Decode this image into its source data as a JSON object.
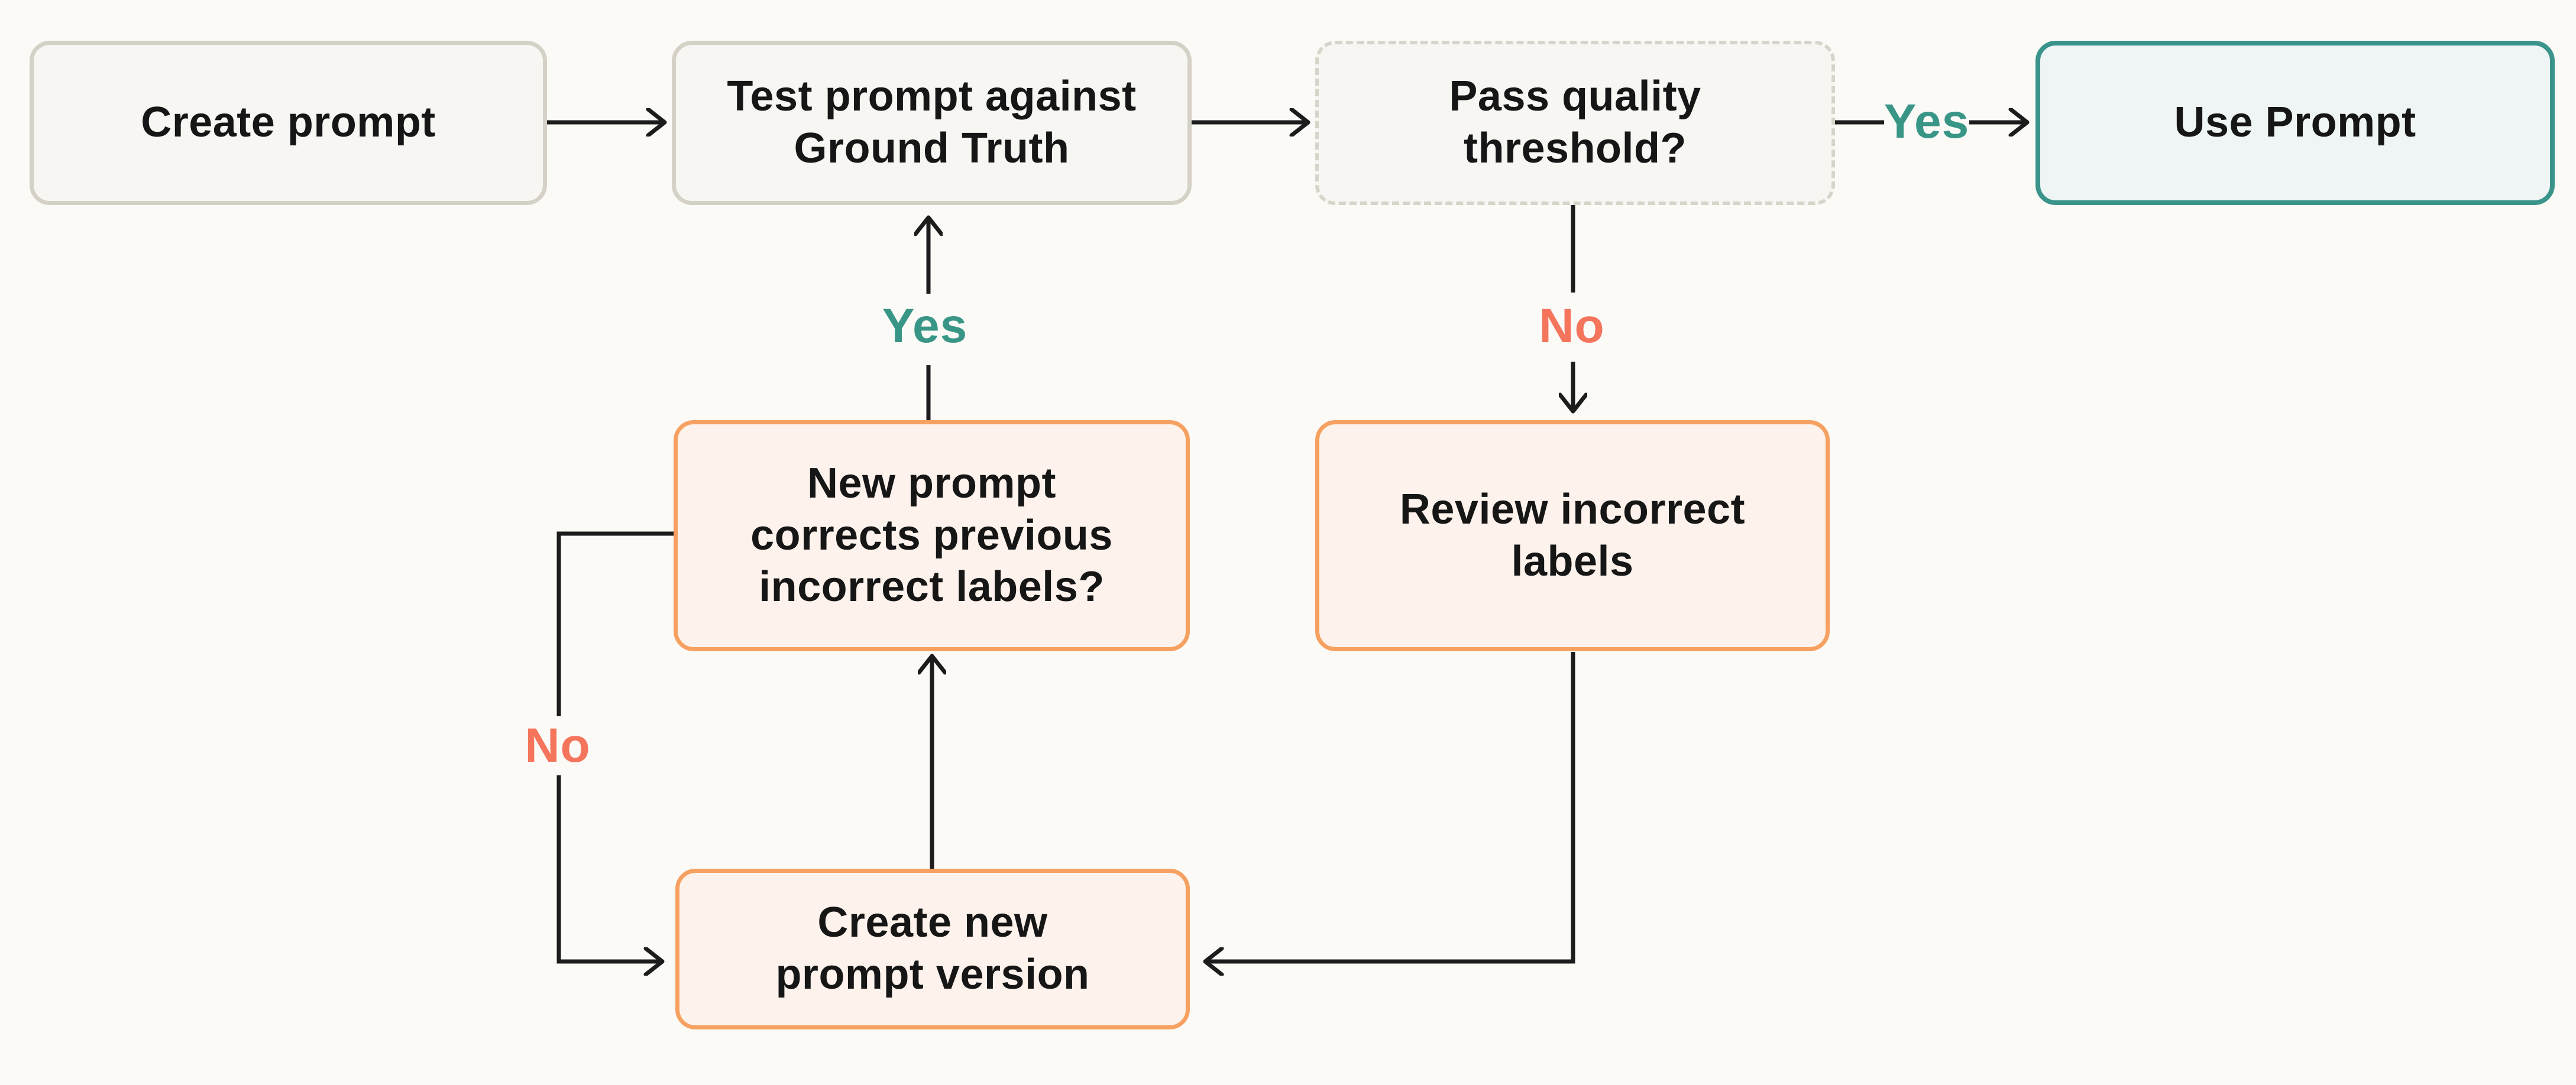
{
  "diagram": {
    "nodes": {
      "create_prompt": {
        "label": "Create prompt"
      },
      "test_prompt": {
        "label": "Test prompt against\nGround Truth"
      },
      "pass_quality": {
        "label": "Pass quality\nthreshold?"
      },
      "use_prompt": {
        "label": "Use Prompt"
      },
      "new_prompt_corrects": {
        "label": "New prompt\ncorrects previous\nincorrect labels?"
      },
      "review_labels": {
        "label": "Review incorrect\nlabels"
      },
      "create_new_version": {
        "label": "Create new\nprompt version"
      }
    },
    "edge_labels": {
      "yes_use_prompt": "Yes",
      "no_to_review": "No",
      "yes_retest": "Yes",
      "no_loop": "No"
    }
  },
  "colors": {
    "bg": "#FBFAF7",
    "ink": "#1C1C1C",
    "text": "#161616",
    "neutral_fill": "#F7F6F3",
    "neutral_border": "#D5D1C6",
    "dashed_border": "#D8D4C9",
    "teal_border": "#3A948B",
    "teal_fill": "#EFF5F4",
    "teal_text": "#399687",
    "orange_border": "#F6A161",
    "orange_fill": "#FDF3EC",
    "coral_text": "#F4745C"
  }
}
